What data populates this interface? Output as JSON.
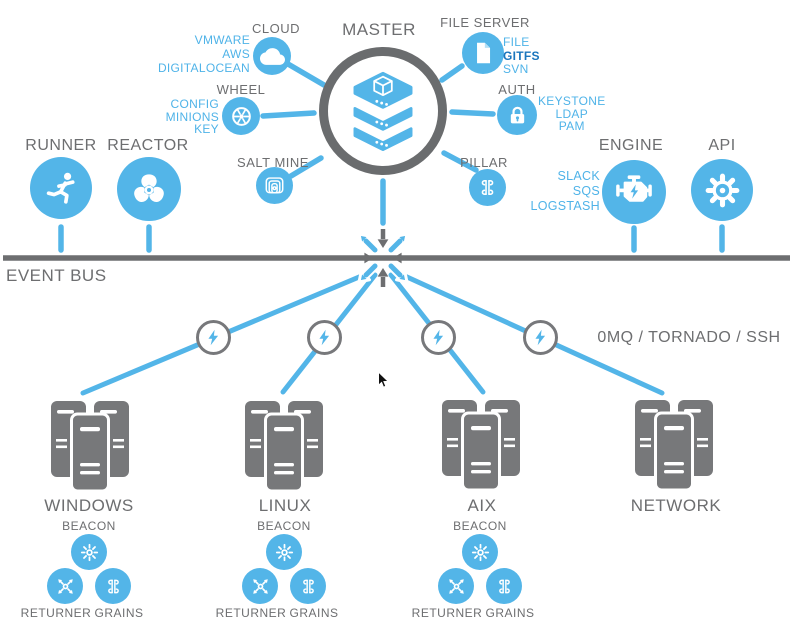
{
  "colors": {
    "accent_blue": "#53b5e8",
    "text_blue": "#4fb3e8",
    "highlight_blue": "#1b76bd",
    "gray": "#6d6e70",
    "tower_gray": "#77787a",
    "background": "#ffffff"
  },
  "master": {
    "label": "MASTER",
    "icon": "server-layers-icon"
  },
  "satellites": {
    "cloud": {
      "label": "CLOUD",
      "icon": "cloud-icon",
      "items": [
        "VMWARE",
        "AWS",
        "DIGITALOCEAN"
      ]
    },
    "file_server": {
      "label": "FILE SERVER",
      "icon": "file-icon",
      "items": [
        "FILE",
        "GITFS",
        "SVN"
      ]
    },
    "wheel": {
      "label": "WHEEL",
      "icon": "wheel-icon",
      "items": [
        "CONFIG",
        "MINIONS",
        "KEY"
      ]
    },
    "auth": {
      "label": "AUTH",
      "icon": "lock-icon",
      "items": [
        "KEYSTONE",
        "LDAP",
        "PAM"
      ]
    },
    "salt_mine": {
      "label": "SALT MINE",
      "icon": "mine-icon"
    },
    "pillar": {
      "label": "PILLAR",
      "icon": "pillar-icon"
    }
  },
  "bus": {
    "label": "EVENT BUS",
    "runner": {
      "label": "RUNNER",
      "icon": "runner-icon"
    },
    "reactor": {
      "label": "REACTOR",
      "icon": "reactor-icon"
    },
    "engine": {
      "label": "ENGINE",
      "icon": "engine-icon",
      "items": [
        "SLACK",
        "SQS",
        "LOGSTASH"
      ]
    },
    "api": {
      "label": "API",
      "icon": "gear-icon"
    }
  },
  "exchange": {
    "icon": "crossing-arrows-icon"
  },
  "transport": {
    "label": "0MQ / TORNADO / SSH",
    "connector_icon": "lightning-bolt-icon"
  },
  "minions": [
    {
      "label": "WINDOWS",
      "icon": "server-towers-icon",
      "beacon_label": "BEACON",
      "returner_label": "RETURNER",
      "grains_label": "GRAINS"
    },
    {
      "label": "LINUX",
      "icon": "server-towers-icon",
      "beacon_label": "BEACON",
      "returner_label": "RETURNER",
      "grains_label": "GRAINS"
    },
    {
      "label": "AIX",
      "icon": "server-towers-icon",
      "beacon_label": "BEACON",
      "returner_label": "RETURNER",
      "grains_label": "GRAINS"
    },
    {
      "label": "NETWORK",
      "icon": "server-towers-icon"
    }
  ]
}
